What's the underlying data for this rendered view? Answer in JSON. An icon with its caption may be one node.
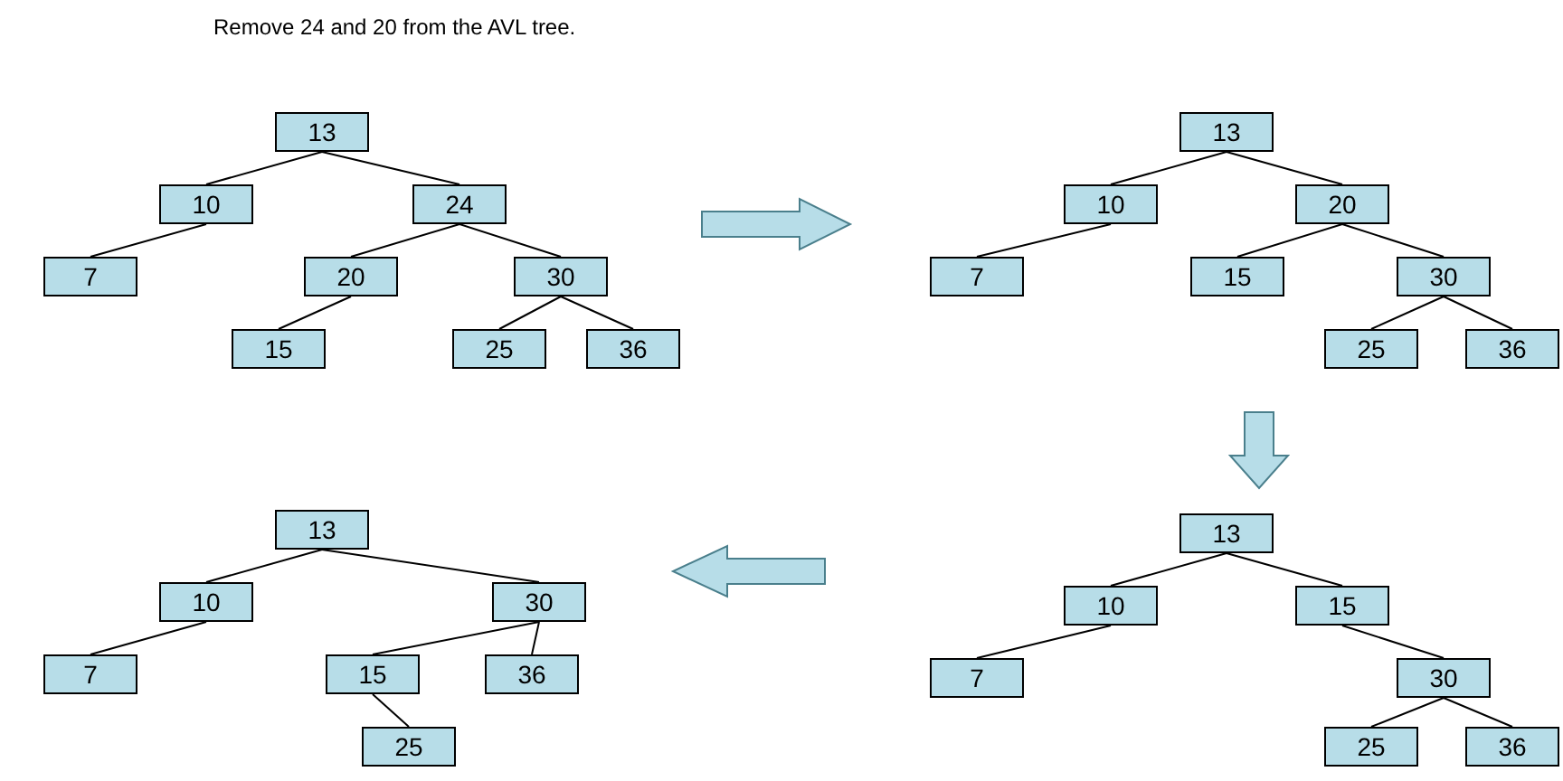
{
  "diagram": {
    "title": "Remove 24 and 20 from the AVL tree.",
    "nodes": [
      {
        "text": [
          "13"
        ]
      },
      {
        "text": [
          "10"
        ]
      },
      {
        "text": [
          "24"
        ]
      },
      {
        "text": [
          "7"
        ]
      },
      {
        "text": [
          "20"
        ]
      },
      {
        "text": [
          "30"
        ]
      },
      {
        "text": [
          "15"
        ]
      },
      {
        "text": [
          "25"
        ]
      },
      {
        "text": [
          "36"
        ]
      },
      {
        "text": [
          "13"
        ]
      },
      {
        "text": [
          "10"
        ]
      },
      {
        "text": [
          "20"
        ]
      },
      {
        "text": [
          "7"
        ]
      },
      {
        "text": [
          "15"
        ]
      },
      {
        "text": [
          "30"
        ]
      },
      {
        "text": [
          "25"
        ]
      },
      {
        "text": [
          "36"
        ]
      },
      {
        "text": [
          "13"
        ]
      },
      {
        "text": [
          "10"
        ]
      },
      {
        "text": [
          "30"
        ]
      },
      {
        "text": [
          "7"
        ]
      },
      {
        "text": [
          "15"
        ]
      },
      {
        "text": [
          "36"
        ]
      },
      {
        "text": [
          "25"
        ]
      },
      {
        "text": [
          "13"
        ]
      },
      {
        "text": [
          "10"
        ]
      },
      {
        "text": [
          "15"
        ]
      },
      {
        "text": [
          "7"
        ]
      },
      {
        "text": [
          "30"
        ]
      },
      {
        "text": [
          "25"
        ]
      },
      {
        "text": [
          "36"
        ]
      }
    ],
    "edges": [
      {
        "from": 0,
        "to": 1,
        "arrow": "none"
      },
      {
        "from": 0,
        "to": 2,
        "arrow": "none"
      },
      {
        "from": 1,
        "to": 3,
        "arrow": "none"
      },
      {
        "from": 2,
        "to": 4,
        "arrow": "none"
      },
      {
        "from": 2,
        "to": 5,
        "arrow": "none"
      },
      {
        "from": 4,
        "to": 6,
        "arrow": "none"
      },
      {
        "from": 5,
        "to": 7,
        "arrow": "none"
      },
      {
        "from": 5,
        "to": 8,
        "arrow": "none"
      },
      {
        "from": 9,
        "to": 10,
        "arrow": "none"
      },
      {
        "from": 9,
        "to": 11,
        "arrow": "none"
      },
      {
        "from": 10,
        "to": 12,
        "arrow": "none"
      },
      {
        "from": 11,
        "to": 13,
        "arrow": "none"
      },
      {
        "from": 11,
        "to": 14,
        "arrow": "none"
      },
      {
        "from": 14,
        "to": 15,
        "arrow": "none"
      },
      {
        "from": 14,
        "to": 16,
        "arrow": "none"
      },
      {
        "from": 17,
        "to": 18,
        "arrow": "none"
      },
      {
        "from": 17,
        "to": 19,
        "arrow": "none"
      },
      {
        "from": 18,
        "to": 20,
        "arrow": "none"
      },
      {
        "from": 19,
        "to": 21,
        "arrow": "none"
      },
      {
        "from": 19,
        "to": 22,
        "arrow": "none"
      },
      {
        "from": 21,
        "to": 23,
        "arrow": "none"
      },
      {
        "from": 24,
        "to": 25,
        "arrow": "none"
      },
      {
        "from": 24,
        "to": 26,
        "arrow": "none"
      },
      {
        "from": 25,
        "to": 27,
        "arrow": "none"
      },
      {
        "from": 26,
        "to": 28,
        "arrow": "none"
      },
      {
        "from": 28,
        "to": 29,
        "arrow": "none"
      },
      {
        "from": 28,
        "to": 30,
        "arrow": "none"
      }
    ]
  }
}
